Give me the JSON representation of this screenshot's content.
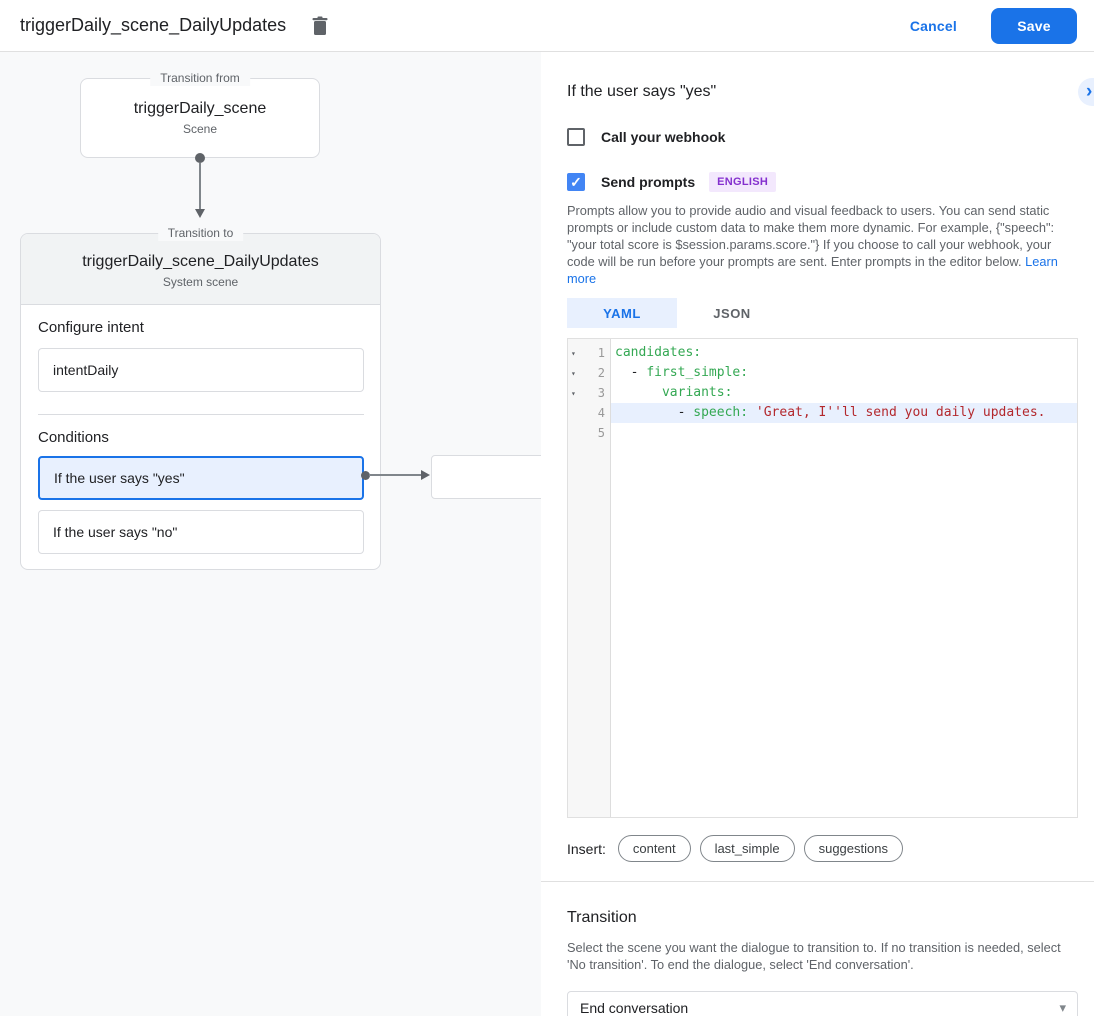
{
  "colors": {
    "accent": "#1a73e8",
    "checkbox_checked": "#4285f4",
    "selected_condition_bg": "#e8f0fe",
    "badge_bg": "#f3e8fd",
    "badge_text": "#8430ce",
    "code_key": "#34a853",
    "code_string": "#b3282d",
    "canvas_bg": "#f8f9fa"
  },
  "icons": {
    "trash": "trash-icon",
    "chevron_right": "›",
    "fold_caret": "▾",
    "dropdown_caret": "▾",
    "check": "✓"
  },
  "topbar": {
    "title": "triggerDaily_scene_DailyUpdates",
    "cancel_label": "Cancel",
    "save_label": "Save"
  },
  "canvas": {
    "from_box": {
      "label": "Transition from",
      "title": "triggerDaily_scene",
      "subtitle": "Scene"
    },
    "to_box": {
      "label": "Transition to",
      "title": "triggerDaily_scene_DailyUpdates",
      "subtitle": "System scene",
      "configure_intent_heading": "Configure intent",
      "intent_value": "intentDaily",
      "conditions_heading": "Conditions",
      "conditions": [
        {
          "label": "If the user says \"yes\"",
          "selected": true
        },
        {
          "label": "If the user says \"no\"",
          "selected": false
        }
      ]
    }
  },
  "panel": {
    "title": "If the user says \"yes\"",
    "webhook": {
      "label": "Call your webhook",
      "checked": false
    },
    "prompts": {
      "label": "Send prompts",
      "checked": true,
      "badge": "ENGLISH"
    },
    "description": "Prompts allow you to provide audio and visual feedback to users. You can send static prompts or include custom data to make them more dynamic. For example, {\"speech\": \"your total score is $session.params.score.\"} If you choose to call your webhook, your code will be run before your prompts are sent. Enter prompts in the editor below. ",
    "learn_more": "Learn more",
    "tabs": [
      {
        "label": "YAML",
        "active": true
      },
      {
        "label": "JSON",
        "active": false
      }
    ],
    "editor": {
      "lines": [
        {
          "num": "1",
          "fold": true,
          "highlight": false,
          "tokens": [
            {
              "c": "key",
              "t": "candidates:"
            }
          ]
        },
        {
          "num": "2",
          "fold": true,
          "highlight": false,
          "tokens": [
            {
              "c": "plain",
              "t": "  - "
            },
            {
              "c": "key",
              "t": "first_simple:"
            }
          ]
        },
        {
          "num": "3",
          "fold": true,
          "highlight": false,
          "tokens": [
            {
              "c": "plain",
              "t": "      "
            },
            {
              "c": "key",
              "t": "variants:"
            }
          ]
        },
        {
          "num": "4",
          "fold": false,
          "highlight": true,
          "tokens": [
            {
              "c": "plain",
              "t": "        - "
            },
            {
              "c": "key",
              "t": "speech:"
            },
            {
              "c": "plain",
              "t": " "
            },
            {
              "c": "str",
              "t": "'Great, I''ll send you daily updates."
            }
          ]
        },
        {
          "num": "5",
          "fold": false,
          "highlight": false,
          "tokens": []
        }
      ]
    },
    "insert": {
      "label": "Insert:",
      "chips": [
        "content",
        "last_simple",
        "suggestions"
      ]
    },
    "transition": {
      "heading": "Transition",
      "description": "Select the scene you want the dialogue to transition to. If no transition is needed, select 'No transition'. To end the dialogue, select 'End conversation'.",
      "value": "End conversation"
    }
  }
}
